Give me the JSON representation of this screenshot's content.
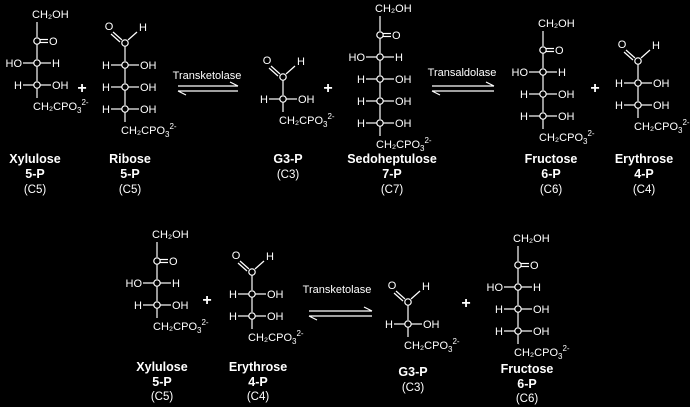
{
  "reaction1": {
    "enzyme1": "Transketolase",
    "enzyme2": "Transaldolase",
    "molecules": [
      {
        "name": "Xylulose",
        "phosphate": "5-P",
        "carbons": "(C5)"
      },
      {
        "name": "Ribose",
        "phosphate": "5-P",
        "carbons": "(C5)"
      },
      {
        "name": "G3-P",
        "phosphate": "",
        "carbons": "(C3)"
      },
      {
        "name": "Sedoheptulose",
        "phosphate": "7-P",
        "carbons": "(C7)"
      },
      {
        "name": "Fructose",
        "phosphate": "6-P",
        "carbons": "(C6)"
      },
      {
        "name": "Erythrose",
        "phosphate": "4-P",
        "carbons": "(C4)"
      }
    ]
  },
  "reaction2": {
    "enzyme": "Transketolase",
    "molecules": [
      {
        "name": "Xylulose",
        "phosphate": "5-P",
        "carbons": "(C5)"
      },
      {
        "name": "Erythrose",
        "phosphate": "4-P",
        "carbons": "(C4)"
      },
      {
        "name": "G3-P",
        "phosphate": "",
        "carbons": "(C3)"
      },
      {
        "name": "Fructose",
        "phosphate": "6-P",
        "carbons": "(C6)"
      }
    ]
  },
  "symbols": {
    "plus": "+"
  },
  "atoms": {
    "ch2oh": "CH₂OH",
    "ho": "HO",
    "oh": "OH",
    "h": "H",
    "o": "O",
    "ch2cpo": "CH₂CPO",
    "po3": "3",
    "charge": "2-"
  }
}
